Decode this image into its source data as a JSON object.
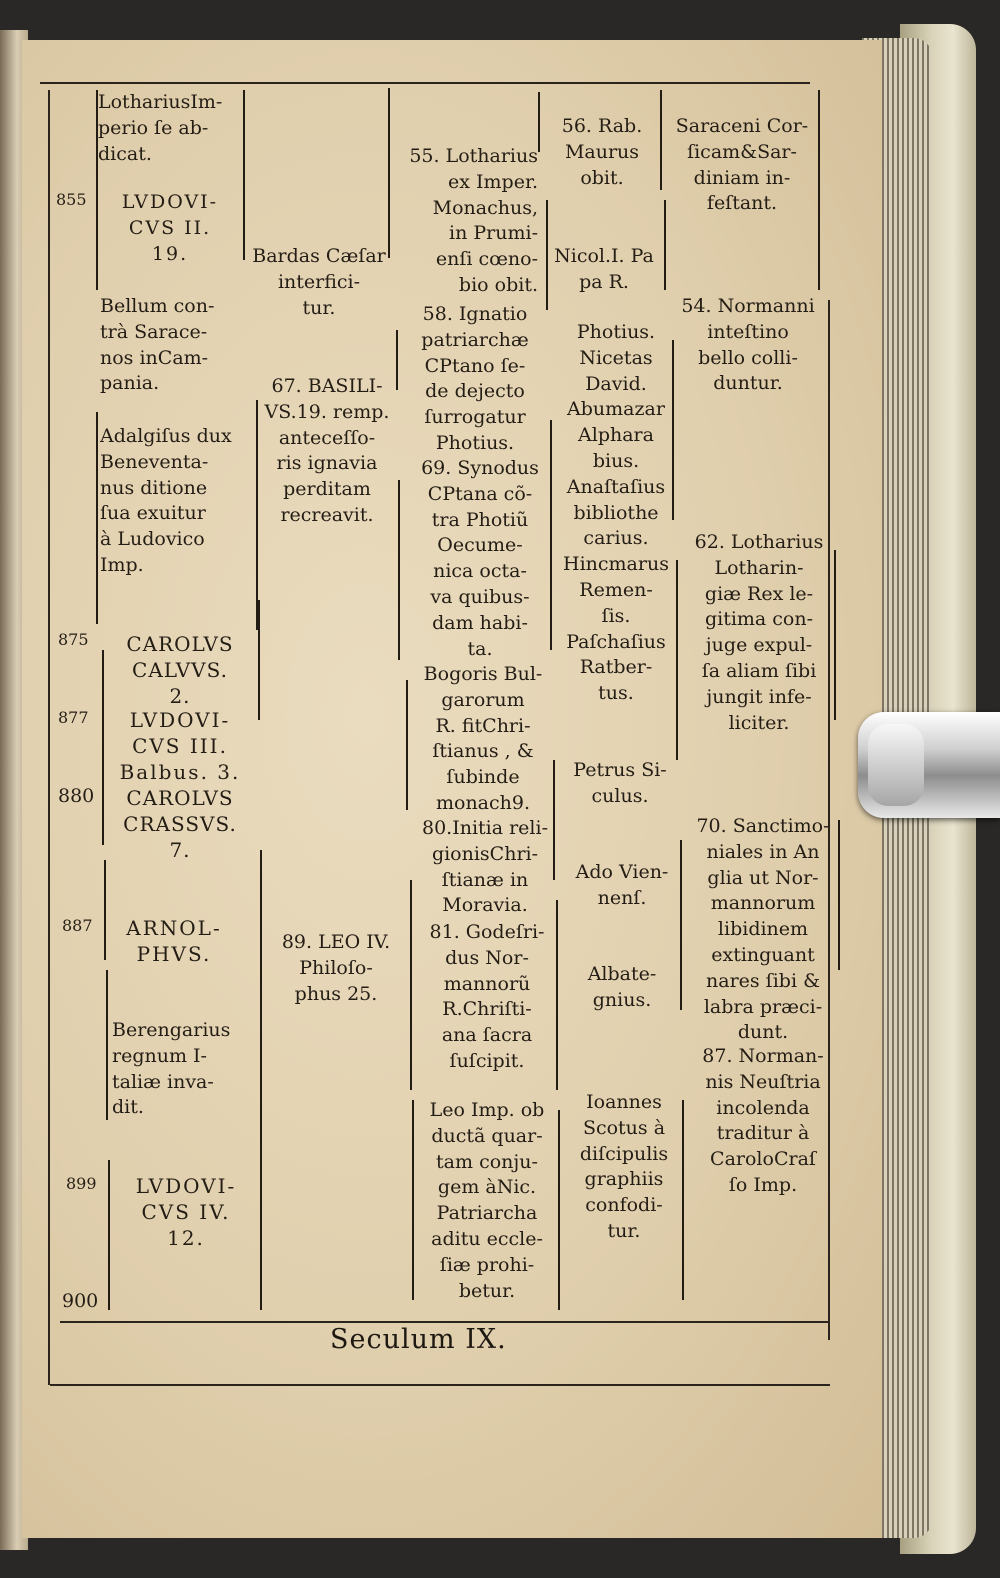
{
  "footer_title": "Seculum IX.",
  "years": {
    "y855": "855",
    "y875": "875",
    "y877": "877",
    "y880": "880",
    "y887": "887",
    "y899": "899",
    "y900": "900"
  },
  "col1": {
    "a": "LothariusIm-\nperio ſe ab-\ndicat.",
    "b": "LVDOVI-\nCVS II.\n19.",
    "c": "Bellum con-\ntrà Sarace-\nnos inCam-\npania.",
    "d": "Adalgiſus dux\nBeneventa-\nnus ditione\nſua exuitur\nà Ludovico\nImp.",
    "e": "CAROLVS\nCALVVS.\n2.",
    "f": "LVDOVI-\nCVS III.\nBalbus. 3.",
    "g": "CAROLVS\nCRASSVS.\n7.",
    "h": "ARNOL-\nPHVS.",
    "i": "Berengarius\nregnum I-\ntaliæ inva-\ndit.",
    "j": "LVDOVI-\nCVS IV.\n12."
  },
  "col2": {
    "a": "Bardas Cæſar\ninterfici-\ntur.",
    "b": "67. BASILI-\nVS.19. remp.\nanteceſſo-\nris ignavia\nperditam\nrecreavit.",
    "c": "89. LEO IV.\nPhiloſo-\nphus 25."
  },
  "col3": {
    "a": "55. Lotharius\nex Imper.\nMonachus,\nin Prumi-\nenſi cœno-\nbio obit.",
    "b": "58. Ignatio\npatriarchæ\nCPtano ſe-\nde dejecto\nſurrogatur\nPhotius.",
    "c": "69. Synodus\nCPtana cõ-\ntra Photiũ\nOecume-\nnica octa-\nva quibus-\ndam habi-\nta.",
    "d": "Bogoris Bul-\ngarorum\nR. fitChri-\nſtianus , &\nſubinde\nmonach9.",
    "e": "80.Initia reli-\ngionisChri-\nſtianæ in\nMoravia.",
    "f": "81. Godeſri-\ndus Nor-\nmannorũ\nR.Chriſti-\nana ſacra\nſuſcipit.",
    "g": "Leo Imp. ob\nductã quar-\ntam conju-\ngem àNic.\nPatriarcha\naditu eccle-\nſiæ prohi-\nbetur."
  },
  "col4": {
    "a": "56. Rab.\nMaurus\nobit.",
    "b": "Nicol.I. Pa\npa R.",
    "c": "Photius.\nNicetas\nDavid.\nAbumazar\nAlphara\nbius.\nAnaſtaſius\nbibliothe\ncarius.\nHincmarus\nRemen-\nſis.\nPaſchaſius\nRatber-\ntus.",
    "d": "Petrus Si-\nculus.",
    "e": "Ado Vien-\nnenſ.",
    "f": "Albate-\ngnius.",
    "g": "Ioannes\nScotus à\ndiſcipulis\ngraphiis\nconfodi-\ntur."
  },
  "col5": {
    "a": "Saraceni Cor-\nſicam&Sar-\ndiniam in-\nfeſtant.",
    "b": "54. Normanni\ninteſtino\nbello colli-\nduntur.",
    "c": "62. Lotharius\nLotharin-\ngiæ Rex le-\ngitima con-\njuge expul-\nſa aliam ſibi\njungit infe-\nliciter.",
    "d": "70. Sanctimo-\nniales in An\nglia ut Nor-\nmannorum\nlibidinem\nextinguant\nnares ſibi &\nlabra præci-\ndunt.",
    "e": "87. Norman-\nnis Neuſtria\nincolenda\ntraditur à\nCaroloCraſ\nſo Imp."
  }
}
